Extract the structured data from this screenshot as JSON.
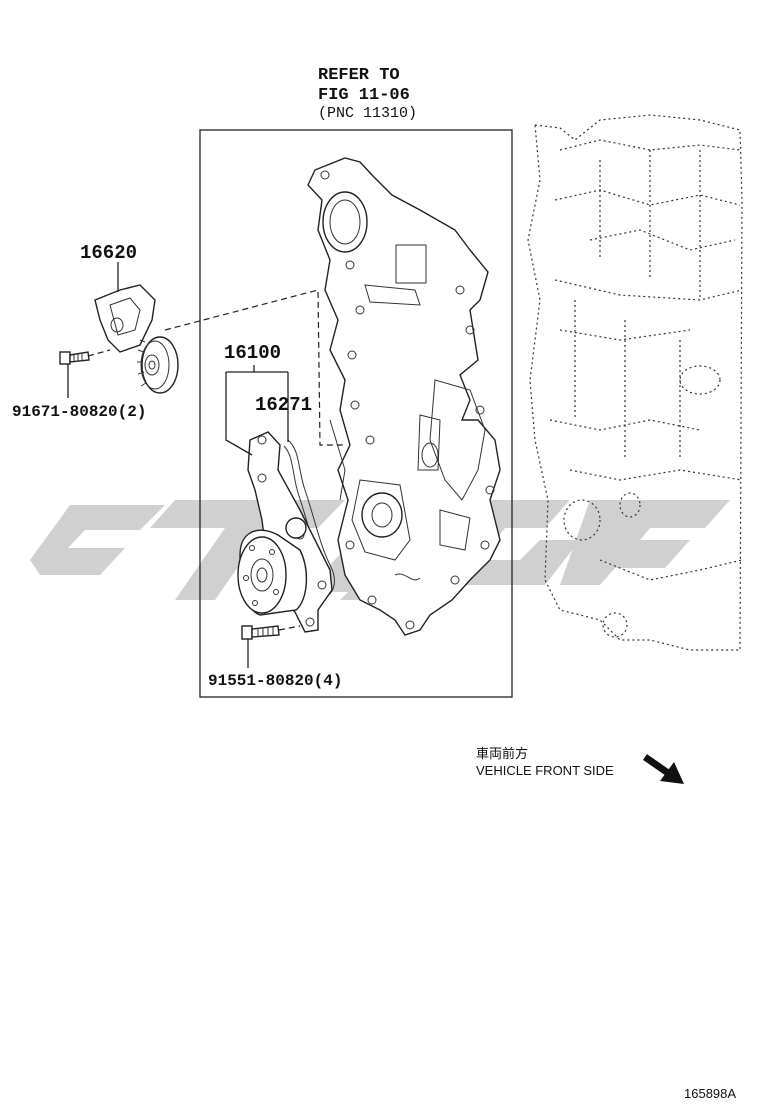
{
  "refer": {
    "line1": "REFER TO",
    "line2": "FIG 11-06",
    "line3": "(PNC 11310)"
  },
  "parts": {
    "tensioner": "16620",
    "tensioner_bolt": "91671-80820(2)",
    "water_pump": "16100",
    "gasket": "16271",
    "pump_bolt": "91551-80820(4)"
  },
  "direction": {
    "japanese": "車両前方",
    "english": "VEHICLE FRONT SIDE"
  },
  "figure_id": "165898A",
  "colors": {
    "line": "#222222",
    "watermark": "#c8c8c8"
  }
}
